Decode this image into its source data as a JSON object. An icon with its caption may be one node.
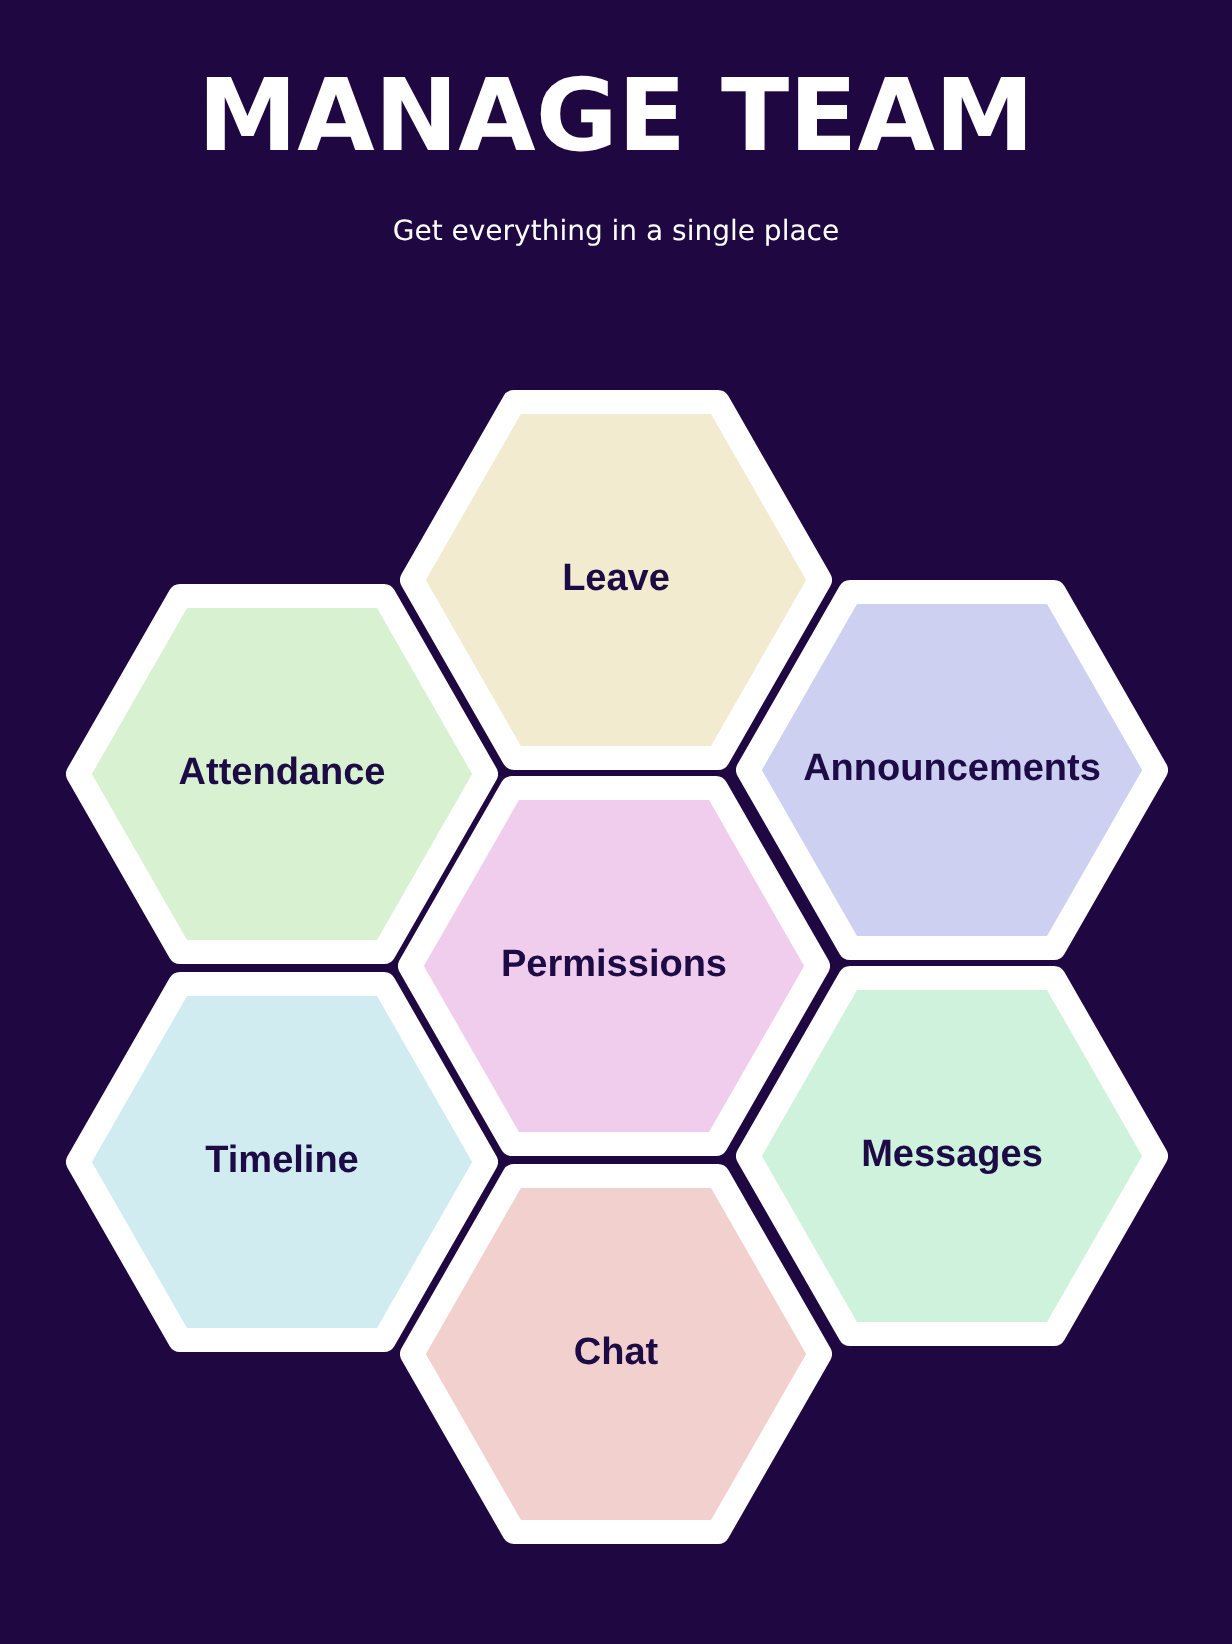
{
  "diagram": {
    "title": "MANAGE TEAM",
    "nodes": [
      {
        "text": [
          "Leave"
        ]
      },
      {
        "text": [
          "Attendance"
        ]
      },
      {
        "text": [
          "Announcements"
        ]
      },
      {
        "text": [
          "Permissions"
        ]
      },
      {
        "text": [
          "Timeline"
        ]
      },
      {
        "text": [
          "Messages"
        ]
      },
      {
        "text": [
          "Chat"
        ]
      }
    ],
    "labels": [
      "Get everything in a single place"
    ]
  }
}
